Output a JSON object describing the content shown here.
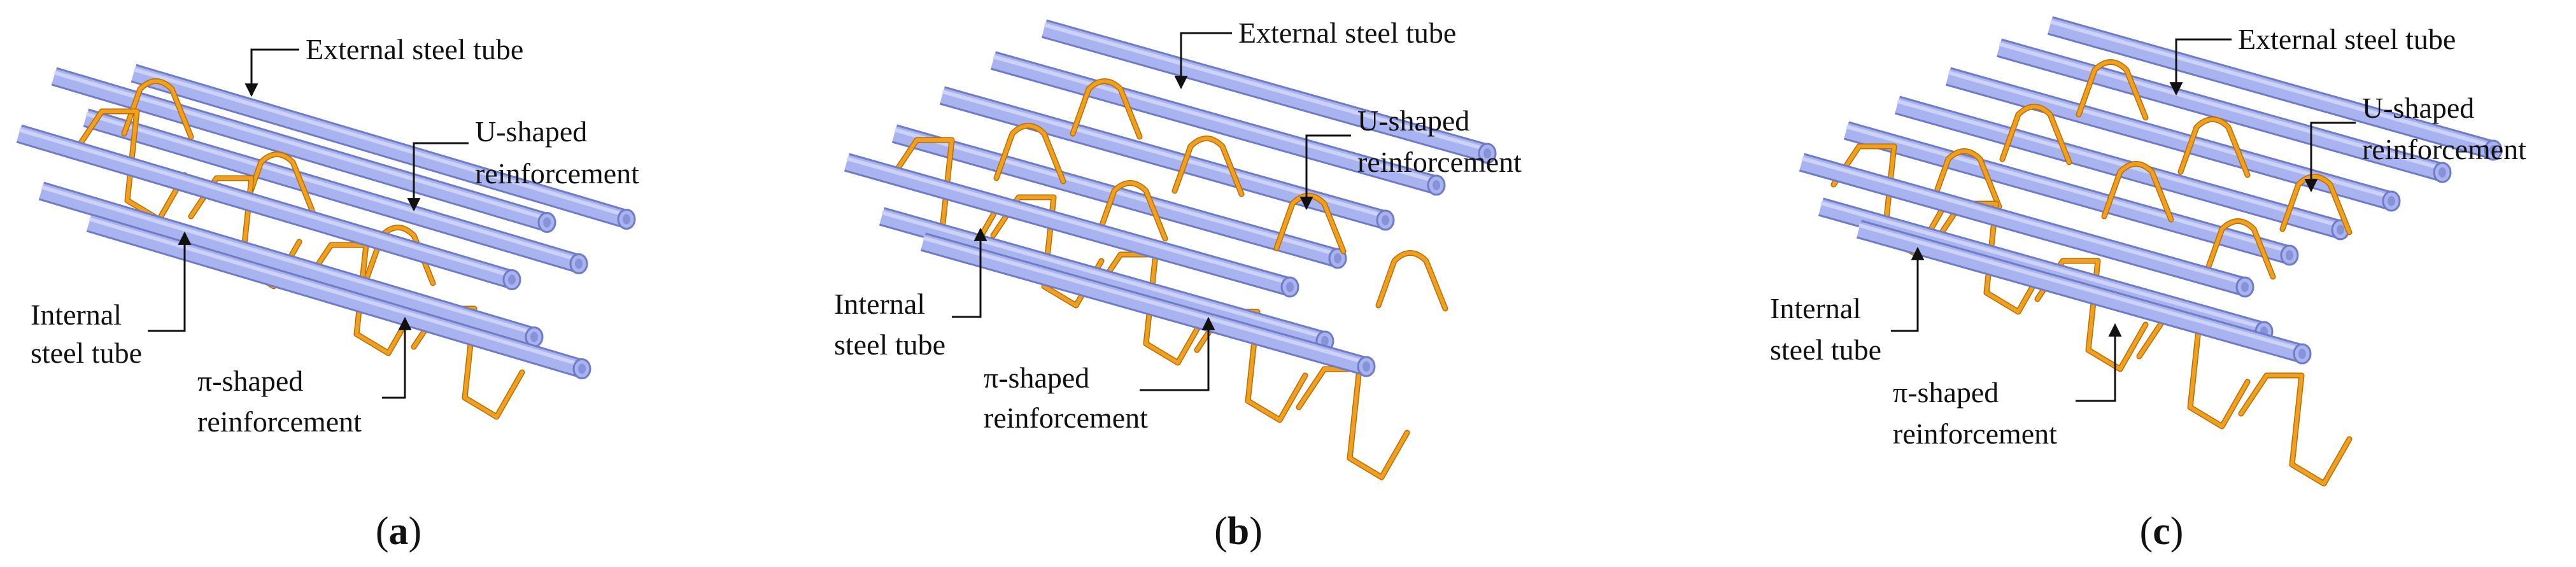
{
  "panels": [
    {
      "caption_letter": "a",
      "labels": {
        "external": "External steel tube",
        "u_line1": "U-shaped",
        "u_line2": "reinforcement",
        "internal_line1": "Internal",
        "internal_line2": "steel tube",
        "pi_line1": "π-shaped",
        "pi_line2": "reinforcement"
      }
    },
    {
      "caption_letter": "b",
      "labels": {
        "external": "External steel tube",
        "u_line1": "U-shaped",
        "u_line2": "reinforcement",
        "internal_line1": "Internal",
        "internal_line2": "steel tube",
        "pi_line1": "π-shaped",
        "pi_line2": "reinforcement"
      }
    },
    {
      "caption_letter": "c",
      "labels": {
        "external": "External steel tube",
        "u_line1": "U-shaped",
        "u_line2": "reinforcement",
        "internal_line1": "Internal",
        "internal_line2": "steel tube",
        "pi_line1": "π-shaped",
        "pi_line2": "reinforcement"
      }
    }
  ],
  "colors": {
    "tube": "#a9b3ef",
    "tube_edge": "#6f7bc4",
    "tube_highlight": "#d6dbfa",
    "rebar": "#f0a020",
    "rebar_edge": "#b76d00",
    "text": "#111111"
  }
}
